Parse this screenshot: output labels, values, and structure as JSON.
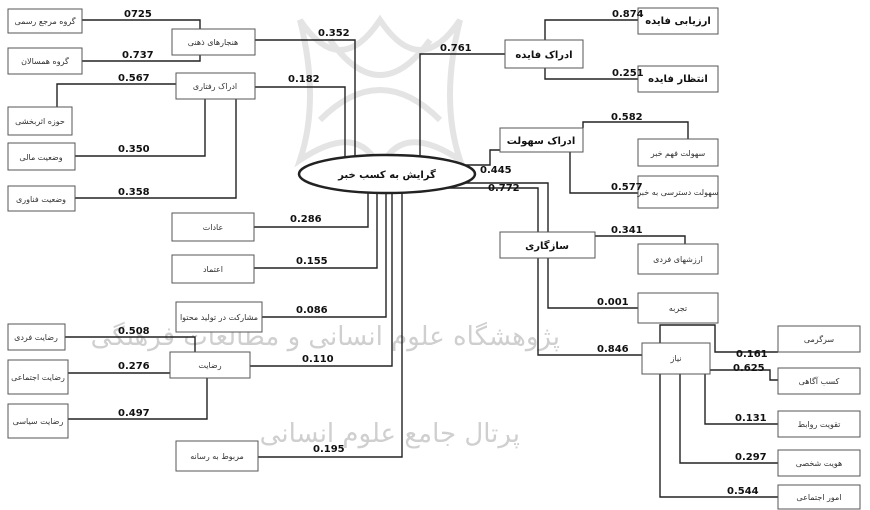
{
  "watermark": {
    "line1": "پژوهشگاه علوم انسانی و مطالعات فرهنگی",
    "line2": "پرتال جامع علوم انسانی"
  },
  "center": {
    "label": "گرایش به کسب خبر"
  },
  "nodes": {
    "hanjar": "هنجارهای ذهنی",
    "ravanshenasi": "ادراک رفتاری",
    "adat": "عادات",
    "etemad": "اعتماد",
    "moshkarat": "مشارکت در تولید محتوا",
    "rezayat": "رضایت",
    "marboot": "مربوط به رسانه",
    "faydeh": "ادراک فایده",
    "sohoolat": "ادراک سهولت",
    "sazgari": "سازگاری",
    "niaz": "نیاز",
    "grooh_rasmi": "گروه مرجع رسمی",
    "grooh_gheyr": "گروه همسالان",
    "hoze": "حوزه اثربخشی",
    "vaziat_mali": "وضعیت مالی",
    "vaziat_fanavari": "وضعیت فناوری",
    "rezayat_fardi": "رضایت فردی",
    "rezayat_ejtemaei": "رضایت اجتماعی",
    "rezayat_siasi": "رضایت سیاسی",
    "arzyabi": "ارزیابی فایده",
    "entezar": "انتظار فایده",
    "sohoolat_fahm": "سهولت فهم خبر",
    "sohoolat_dastrasi": "سهولت دسترسی به خبر",
    "arzesh_fardi": "ارزشهای فردی",
    "tajrobe": "تجربه",
    "sargarmi": "سرگرمی",
    "agahi": "کسب آگاهی",
    "taghviat": "تقویت روابط",
    "hoviat": "هویت شخصی",
    "ejtemaei": "امور اجتماعی"
  },
  "weights": {
    "c_hanjar": "0.352",
    "c_ravan": "0.182",
    "c_adat": "0.286",
    "c_etemad": "0.155",
    "c_mosh": "0.086",
    "c_rez": "0.110",
    "c_marboot": "0.195",
    "c_fayde": "0.761",
    "c_sohoolat": "0.445",
    "c_sazgari": "0.772",
    "c_niaz": "0.846",
    "h_rasmi": "0725",
    "h_gheyr": "0.737",
    "r_hoze": "0.567",
    "r_mali": "0.350",
    "r_fanavari": "0.358",
    "z_fardi": "0.508",
    "z_ejt": "0.276",
    "z_siasi": "0.497",
    "f_arzyabi": "0.874",
    "f_entezar": "0.251",
    "s_fahm": "0.582",
    "s_dastrasi": "0.577",
    "g_arzesh": "0.341",
    "g_tajrobe": "0.001",
    "n_sargarmi": "0.161",
    "n_agahi": "0.625",
    "n_taghviat": "0.131",
    "n_hoviat": "0.297",
    "n_ejt": "0.544"
  }
}
